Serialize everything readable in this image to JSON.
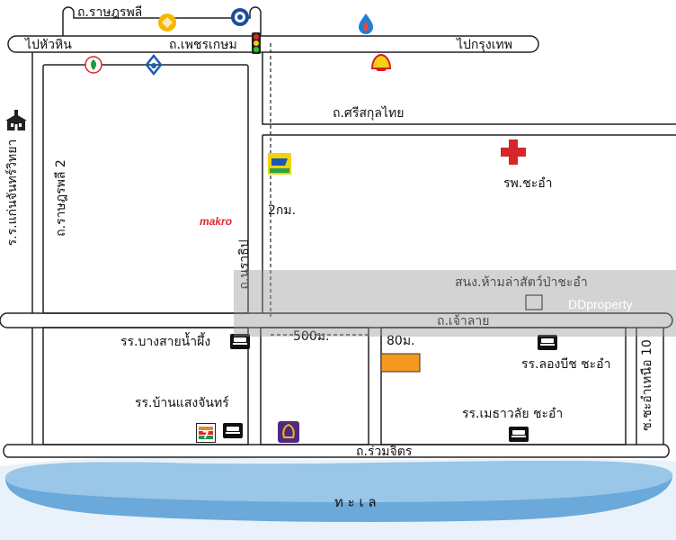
{
  "roads": {
    "ratchaphruek_top": "ถ.ราษฎรพลี",
    "to_hua_hin": "ไปหัวหิน",
    "phetkasem": "ถ.เพชรเกษม",
    "to_bangkok": "ไปกรุงเทพ",
    "srisakul_thai": "ถ.ศรีสกุลไทย",
    "ratchaphruek_2": "ถ.ราษฎรพลี 2",
    "narathip": "ถ.นราธิป",
    "chao_lai": "ถ.เจ้าลาย",
    "ruam_chit": "ถ.ร่วมจิตร",
    "cha_am_nuea_10": "ซ.ชะอำเหนือ 10"
  },
  "places": {
    "school_left": "ร.ร.แก่นจันทร์วิทยา",
    "hospital": "รพ.ชะอำ",
    "market_label": "makro",
    "distance_2km": "2กม.",
    "wildlife_office": "สนง.ห้ามล่าสัตว์ป่าชะอำ",
    "hotel_bangsai": "รร.บางสายน้ำผึ้ง",
    "hotel_baan_saeng": "รร.บ้านแสงจันทร์",
    "hotel_long_beach": "รร.ลองบีช ชะอำ",
    "hotel_metharin": "รร.เมธาวลัย ชะอำ",
    "distance_500m": "500ม.",
    "distance_80m": "80ม.",
    "sea": "ท ะ เ ล"
  },
  "watermark": {
    "text": "DDproperty"
  },
  "colors": {
    "road_outline": "#222222",
    "project_marker": "#f39a1e",
    "hospital_cross": "#d6262b",
    "shell_yellow": "#f7d117",
    "shell_red": "#dd1d21",
    "sea_blue": "#5aa0d6",
    "makro_red": "#e3262b"
  },
  "icons": {
    "ksb_bank": "yellow-bank-logo",
    "siam_commercial": "blue-circle-logo",
    "ptt": "blue-flame-logo",
    "kasikorn": "green-leaf-logo",
    "krungthai": "blue-drop-logo",
    "shell": "shell-logo",
    "traffic_light": "traffic-light-icon",
    "seven_eleven": "711-logo",
    "scb": "purple-bank-logo"
  }
}
